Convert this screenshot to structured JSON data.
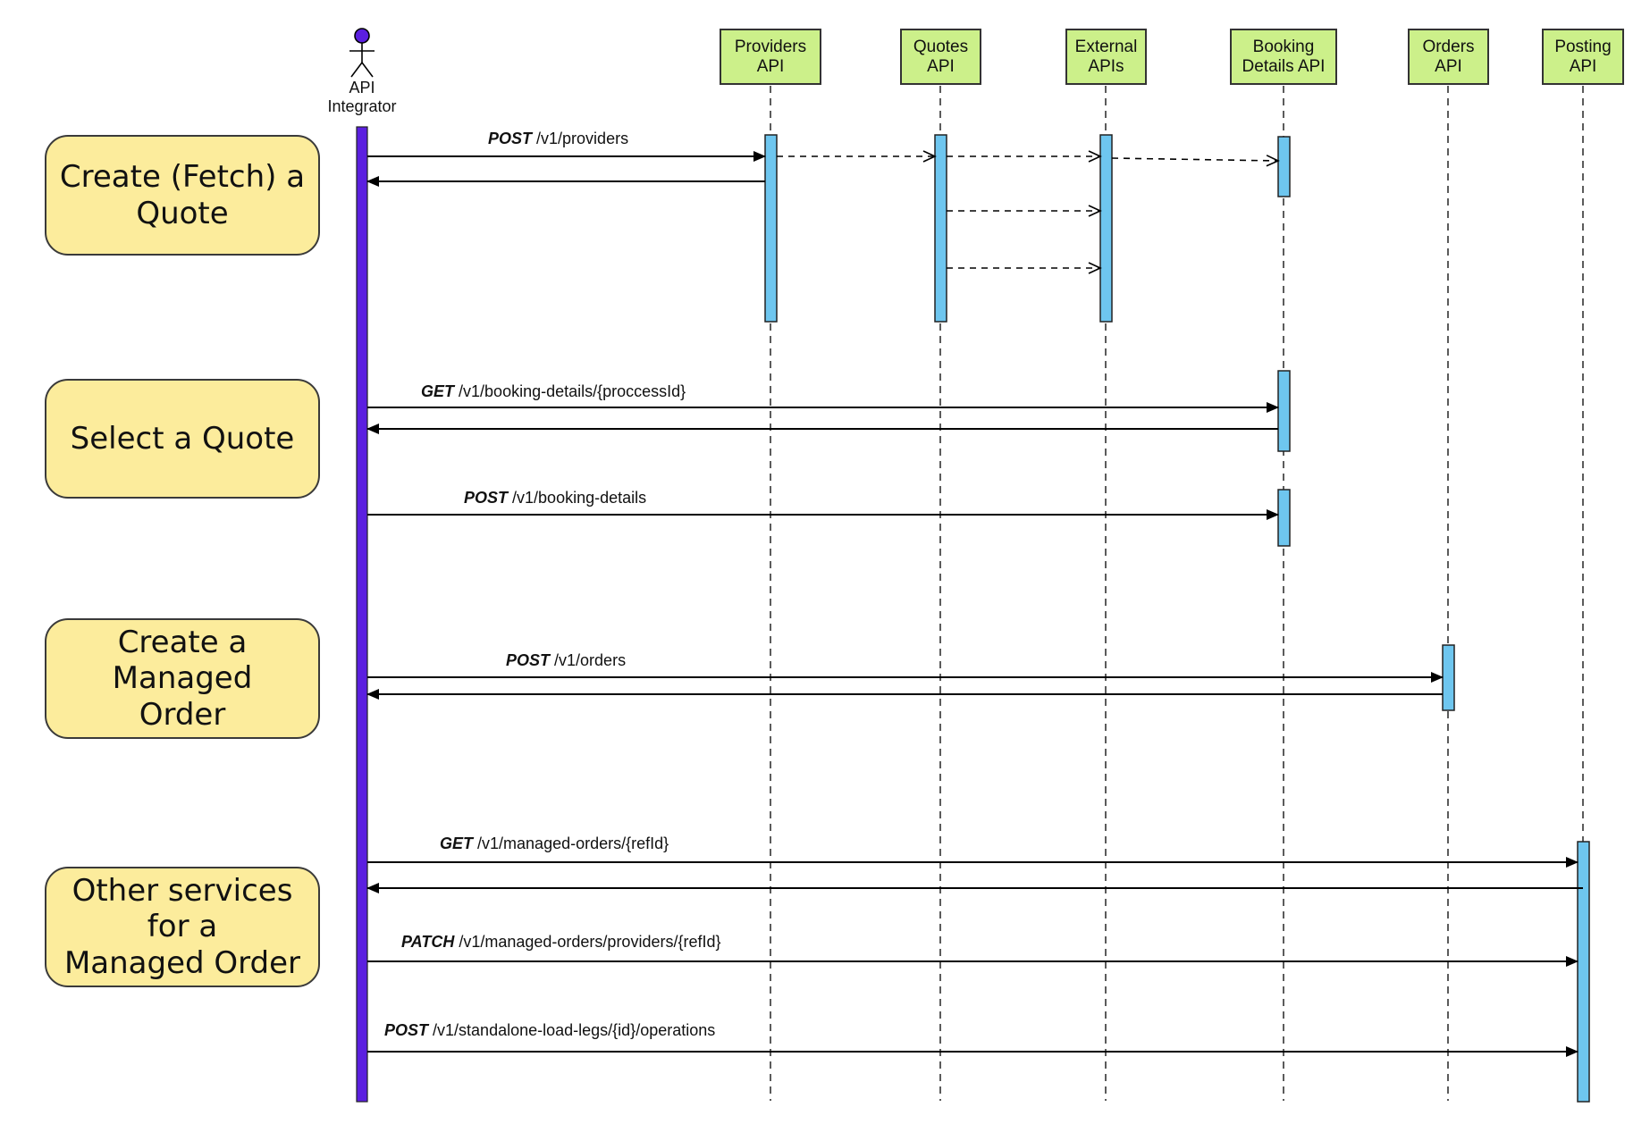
{
  "actor": {
    "label": "API\nIntegrator",
    "color": "#5b1fe0"
  },
  "services": [
    {
      "label": "Providers\nAPI"
    },
    {
      "label": "Quotes\nAPI"
    },
    {
      "label": "External\nAPIs"
    },
    {
      "label": "Booking\nDetails API"
    },
    {
      "label": "Orders\nAPI"
    },
    {
      "label": "Posting\nAPI"
    }
  ],
  "stages": [
    {
      "label": "Create (Fetch) a\nQuote"
    },
    {
      "label": "Select a Quote"
    },
    {
      "label": "Create a Managed\nOrder"
    },
    {
      "label": "Other services for a\nManaged Order"
    }
  ],
  "messages": [
    {
      "verb": "POST",
      "path": "/v1/providers"
    },
    {
      "verb": "GET",
      "path": "/v1/booking-details/{proccessId}"
    },
    {
      "verb": "POST",
      "path": "/v1/booking-details"
    },
    {
      "verb": "POST",
      "path": "/v1/orders"
    },
    {
      "verb": "GET",
      "path": "/v1/managed-orders/{refId}"
    },
    {
      "verb": "PATCH",
      "path": "/v1/managed-orders/providers/{refId}"
    },
    {
      "verb": "POST",
      "path": "/v1/standalone-load-legs/{id}/operations"
    }
  ],
  "colors": {
    "stage_fill": "#fcec9c",
    "service_fill": "#ccf08a",
    "activation_fill": "#6ec6ef",
    "actor_bar": "#5b1fe0"
  }
}
